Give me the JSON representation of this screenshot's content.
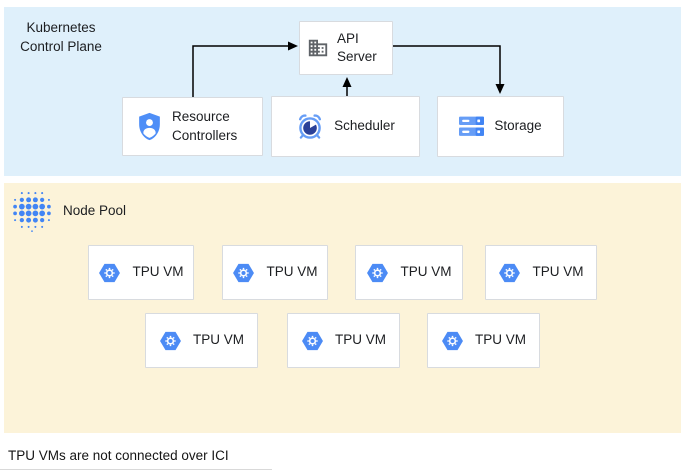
{
  "regions": {
    "control_plane": {
      "label": "Kubernetes Control Plane",
      "bg_color": "#dff0fb"
    },
    "node_pool": {
      "label": "Node Pool",
      "bg_color": "#fcf3d9",
      "icon": "dot-grid-icon"
    }
  },
  "nodes": {
    "api_server": {
      "label": "API Server",
      "icon": "building-icon"
    },
    "resource_controllers": {
      "label": "Resource Controllers",
      "icon": "shield-user-icon"
    },
    "scheduler": {
      "label": "Scheduler",
      "icon": "alarm-clock-icon"
    },
    "storage": {
      "label": "Storage",
      "icon": "storage-stack-icon"
    }
  },
  "node_pool": {
    "vms": [
      {
        "label": "TPU VM",
        "icon": "hexagon-gear-icon"
      },
      {
        "label": "TPU VM",
        "icon": "hexagon-gear-icon"
      },
      {
        "label": "TPU VM",
        "icon": "hexagon-gear-icon"
      },
      {
        "label": "TPU VM",
        "icon": "hexagon-gear-icon"
      },
      {
        "label": "TPU VM",
        "icon": "hexagon-gear-icon"
      },
      {
        "label": "TPU VM",
        "icon": "hexagon-gear-icon"
      },
      {
        "label": "TPU VM",
        "icon": "hexagon-gear-icon"
      }
    ]
  },
  "edges": [
    {
      "from": "resource_controllers",
      "to": "api_server"
    },
    {
      "from": "scheduler",
      "to": "api_server"
    },
    {
      "from": "api_server",
      "to": "storage"
    }
  ],
  "footer": {
    "note": "TPU VMs are not connected over ICI"
  },
  "colors": {
    "google_blue": "#4285f4",
    "light_blue": "#669df6",
    "navy_pie": "#2b4198",
    "icon_gray": "#5f6368",
    "arrow_black": "#000000"
  }
}
